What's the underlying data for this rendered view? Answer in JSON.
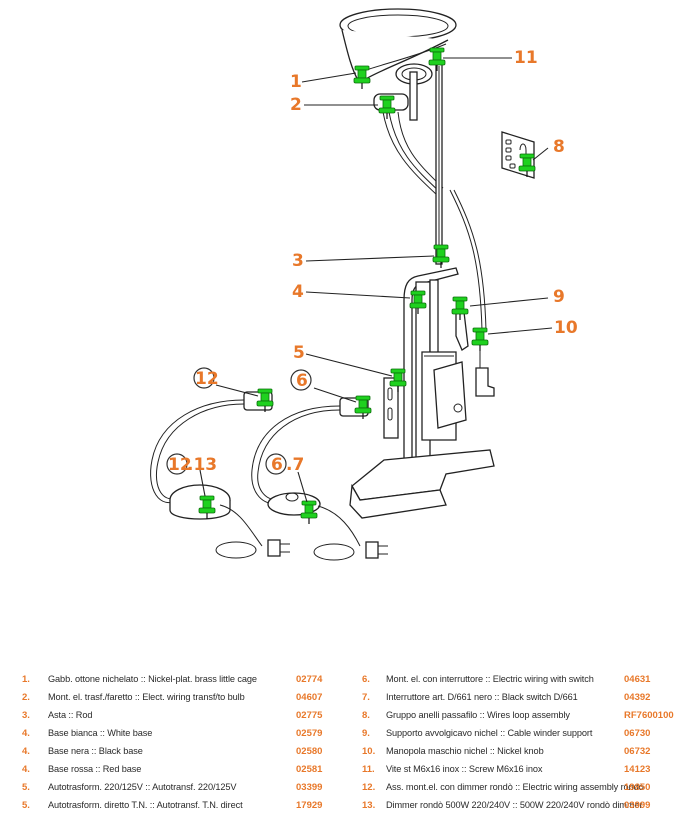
{
  "diagram": {
    "title": "Floor lamp exploded parts diagram",
    "accent_color": "#e8782a",
    "pin_color": "#1fd11f",
    "callouts": [
      {
        "id": "1",
        "label": "1"
      },
      {
        "id": "2",
        "label": "2"
      },
      {
        "id": "3",
        "label": "3"
      },
      {
        "id": "4",
        "label": "4"
      },
      {
        "id": "5",
        "label": "5"
      },
      {
        "id": "6",
        "label": "6",
        "circled": true
      },
      {
        "id": "6-7",
        "label_circled": "6",
        "label_suffix": ".7"
      },
      {
        "id": "8",
        "label": "8"
      },
      {
        "id": "9",
        "label": "9"
      },
      {
        "id": "10",
        "label": "10"
      },
      {
        "id": "11",
        "label": "11"
      },
      {
        "id": "12",
        "label": "12",
        "circled": true
      },
      {
        "id": "12-13",
        "label_circled": "12",
        "label_suffix": ".13"
      }
    ]
  },
  "parts_left": [
    {
      "num": "1.",
      "desc": "Gabb. ottone nichelato :: Nickel-plat. brass little cage",
      "code": "02774"
    },
    {
      "num": "2.",
      "desc": "Mont. el. trasf./faretto :: Elect. wiring transf/to bulb",
      "code": "04607"
    },
    {
      "num": "3.",
      "desc": "Asta :: Rod",
      "code": "02775"
    },
    {
      "num": "4.",
      "desc": "Base bianca :: White base",
      "code": "02579"
    },
    {
      "num": "4.",
      "desc": "Base nera :: Black base",
      "code": "02580"
    },
    {
      "num": "4.",
      "desc": "Base rossa :: Red base",
      "code": "02581"
    },
    {
      "num": "5.",
      "desc": "Autotrasform. 220/125V :: Autotransf. 220/125V",
      "code": "03399"
    },
    {
      "num": "5.",
      "desc": "Autotrasform. diretto T.N. :: Autotransf. T.N. direct",
      "code": "17929"
    }
  ],
  "parts_right": [
    {
      "num": "6.",
      "desc": "Mont. el. con interruttore :: Electric wiring with switch",
      "code": "04631"
    },
    {
      "num": "7.",
      "desc": "Interruttore art. D/661 nero :: Black switch D/661",
      "code": "04392"
    },
    {
      "num": "8.",
      "desc": "Gruppo anelli passafilo :: Wires loop assembly",
      "code": "RF7600100"
    },
    {
      "num": "9.",
      "desc": "Supporto avvolgicavo nichel :: Cable winder support",
      "code": "06730"
    },
    {
      "num": "10.",
      "desc": "Manopola maschio nichel :: Nickel knob",
      "code": "06732"
    },
    {
      "num": "11.",
      "desc": "Vite st M6x16 inox :: Screw M6x16 inox",
      "code": "14123"
    },
    {
      "num": "12.",
      "desc": "Ass. mont.el. con dimmer rondò :: Electric wiring assembly rondò",
      "code": "19850"
    },
    {
      "num": "13.",
      "desc": "Dimmer rondò 500W 220/240V :: 500W 220/240V rondò dimmer",
      "code": "03999"
    }
  ]
}
